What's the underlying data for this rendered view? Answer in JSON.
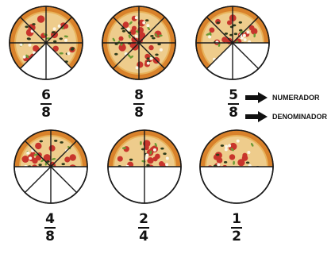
{
  "fractions": [
    {
      "numerator": "6",
      "denominator": "8",
      "filled": 6,
      "slices": 8
    },
    {
      "numerator": "8",
      "denominator": "8",
      "filled": 8,
      "slices": 8
    },
    {
      "numerator": "5",
      "denominator": "8",
      "filled": 5,
      "slices": 8
    },
    {
      "numerator": "4",
      "denominator": "8",
      "filled": 4,
      "slices": 8
    },
    {
      "numerator": "2",
      "denominator": "4",
      "filled": 2,
      "slices": 4
    },
    {
      "numerator": "1",
      "denominator": "2",
      "filled": 1,
      "slices": 2
    }
  ],
  "labels": {
    "numerator": "NUMERADOR",
    "denominator": "DENOMINADOR"
  },
  "colors": {
    "crust": "#d9822b",
    "crust_edge": "#b35f16",
    "sauce": "#e8b25a",
    "cheese": "#f3e2b6",
    "pepperoni": "#c8352c",
    "olive": "#2f3b1a",
    "basil": "#6c9a34",
    "slice_line": "#1a1a1a",
    "empty": "#ffffff"
  }
}
